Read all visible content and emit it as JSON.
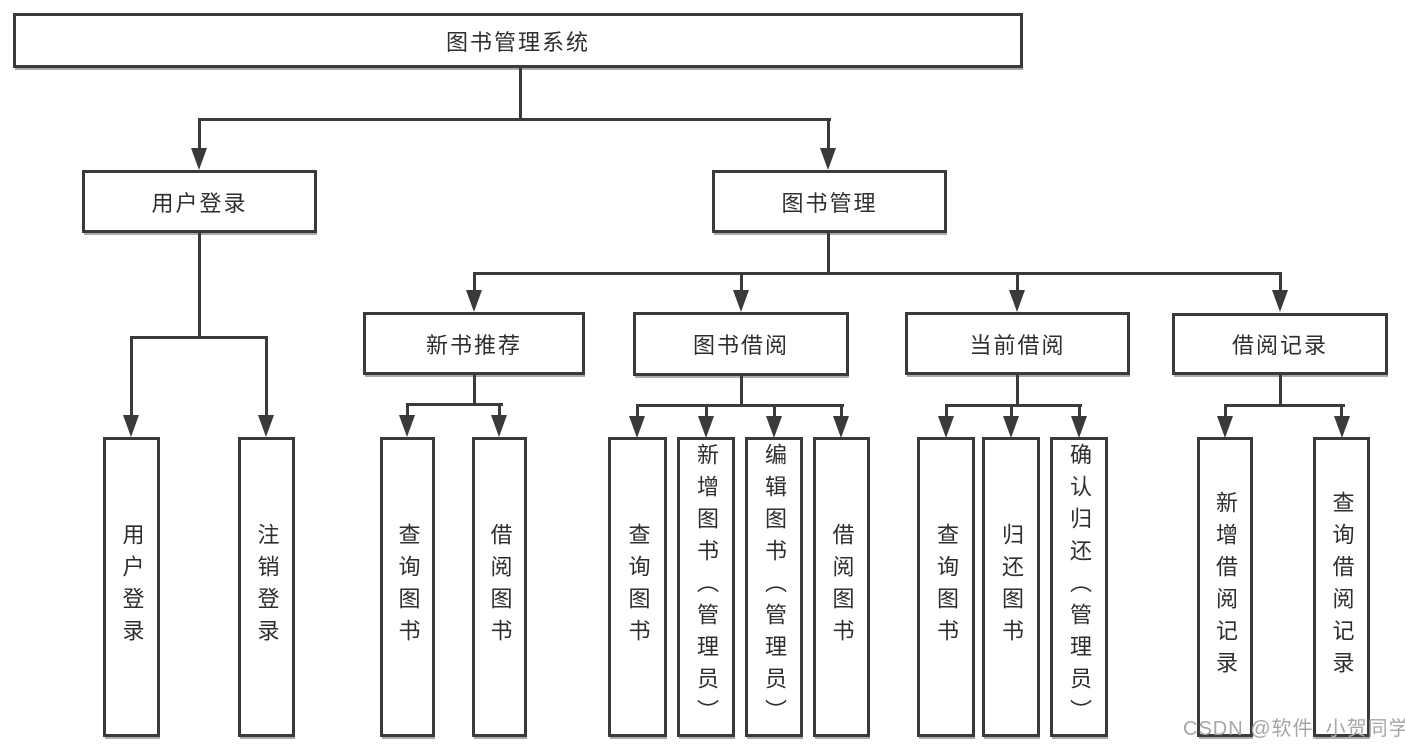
{
  "diagram_title": "图书管理系统",
  "tree": {
    "label": "图书管理系统",
    "children": [
      {
        "label": "用户登录",
        "children": [
          {
            "label": "用户登录"
          },
          {
            "label": "注销登录"
          }
        ]
      },
      {
        "label": "图书管理",
        "children": [
          {
            "label": "新书推荐",
            "children": [
              {
                "label": "查询图书"
              },
              {
                "label": "借阅图书"
              }
            ]
          },
          {
            "label": "图书借阅",
            "children": [
              {
                "label": "查询图书"
              },
              {
                "label": "新增图书（管理员）"
              },
              {
                "label": "编辑图书（管理员）"
              },
              {
                "label": "借阅图书"
              }
            ]
          },
          {
            "label": "当前借阅",
            "children": [
              {
                "label": "查询图书"
              },
              {
                "label": "归还图书"
              },
              {
                "label": "确认归还（管理员）"
              }
            ]
          },
          {
            "label": "借阅记录",
            "children": [
              {
                "label": "新增借阅记录"
              },
              {
                "label": "查询借阅记录"
              }
            ]
          }
        ]
      }
    ]
  },
  "watermark": {
    "text": "CSDN @软件_小贺同学"
  },
  "colors": {
    "line": "#3a3a3a",
    "text": "#2e2e2e",
    "background": "#ffffff",
    "watermark": "#a6a6a6"
  }
}
